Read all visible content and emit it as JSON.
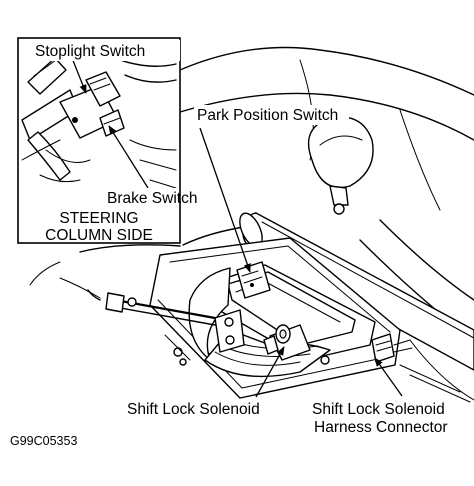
{
  "labels": {
    "stoplight_switch": "Stoplight Switch",
    "brake_switch": "Brake Switch",
    "steering_line1": "STEERING",
    "steering_line2": "COLUMN SIDE",
    "park_position_switch": "Park Position Switch",
    "shift_lock_solenoid": "Shift Lock Solenoid",
    "harness_line1": "Shift Lock Solenoid",
    "harness_line2": "Harness Connector",
    "figure_code": "G99C05353"
  }
}
